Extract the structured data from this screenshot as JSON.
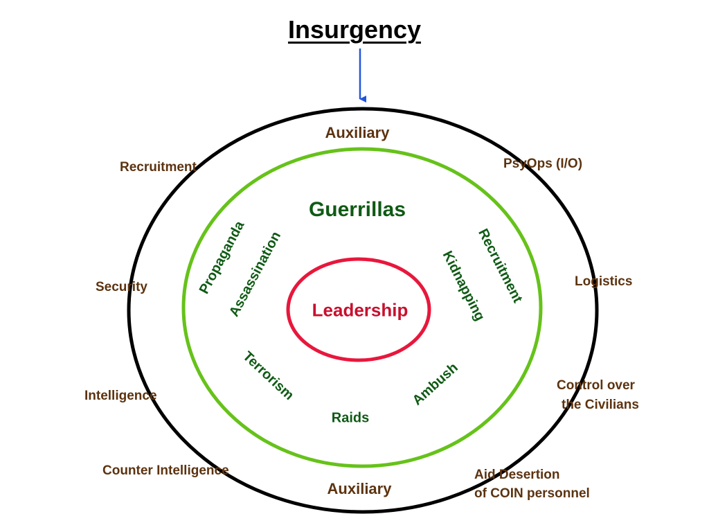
{
  "title": "Insurgency",
  "outer_ring": {
    "label_top": "Auxiliary",
    "label_bottom": "Auxiliary",
    "functions": {
      "recruitment": "Recruitment",
      "security": "Security",
      "intelligence": "Intelligence",
      "counter_intelligence": "Counter Intelligence",
      "psyops": "PsyOps (I/O)",
      "logistics": "Logistics",
      "control_line1": "Control over",
      "control_line2": "the Civilians",
      "aid_line1": "Aid Desertion",
      "aid_line2": "of COIN personnel"
    }
  },
  "middle_ring": {
    "label": "Guerrillas",
    "activities": {
      "propaganda": "Propaganda",
      "assassination": "Assassination",
      "recruitment": "Recruitment",
      "kidnapping": "Kidnapping",
      "terrorism": "Terrorism",
      "raids": "Raids",
      "ambush": "Ambush"
    }
  },
  "inner_ring": {
    "label": "Leadership"
  },
  "colors": {
    "outer_ring": "#000000",
    "middle_ring": "#66c21a",
    "inner_ring": "#e8173c",
    "arrow": "#2255dd",
    "auxiliary_text": "#5c3310",
    "guerrilla_text": "#0f5a14",
    "leadership_text": "#c8102e"
  }
}
